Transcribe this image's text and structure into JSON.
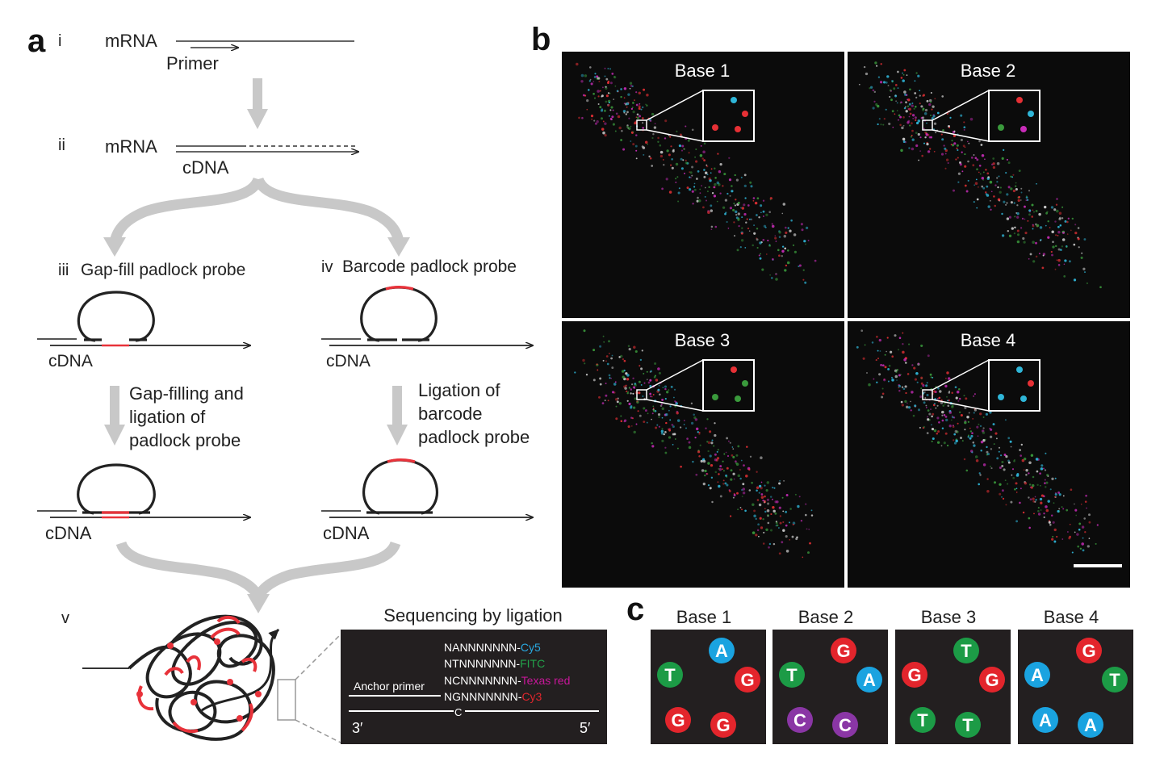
{
  "panels": {
    "a": "a",
    "b": "b",
    "c": "c"
  },
  "panel_a": {
    "step_i": "i",
    "step_ii": "ii",
    "step_iii": "iii",
    "step_iv": "iv",
    "step_v": "v",
    "mrna": "mRNA",
    "primer": "Primer",
    "cdna": "cDNA",
    "gapfill_probe": "Gap-fill padlock probe",
    "barcode_probe": "Barcode padlock probe",
    "gapfill_ligation": [
      "Gap-filling and",
      "ligation of",
      "padlock probe"
    ],
    "barcode_ligation": [
      "Ligation of",
      "barcode",
      "padlock probe"
    ],
    "sbl_title": "Sequencing by ligation",
    "anchor_primer": "Anchor primer",
    "probe_lines": [
      {
        "seq": "NANNNNNNN-",
        "dye": "Cy5",
        "color": "#29a8e0"
      },
      {
        "seq": "NTNNNNNNN-",
        "dye": "FITC",
        "color": "#22a24a"
      },
      {
        "seq": "NCNNNNNNN-",
        "dye": "Texas red",
        "color": "#c8179a"
      },
      {
        "seq": "NGNNNNNNN-",
        "dye": "Cy3",
        "color": "#e0262c"
      }
    ],
    "template_base": "C",
    "end_3": "3′",
    "end_5": "5′"
  },
  "panel_b": {
    "tiles": [
      "Base 1",
      "Base 2",
      "Base 3",
      "Base 4"
    ],
    "insets": [
      [
        "#2fb6d8",
        "#e63035",
        "#e63035",
        "#e63035"
      ],
      [
        "#e63035",
        "#2fb6d8",
        "#3a9a3c",
        "#c82cb8"
      ],
      [
        "#e63035",
        "#3a9a3c",
        "#3a9a3c",
        "#3a9a3c"
      ],
      [
        "#2fb6d8",
        "#e63035",
        "#2fb6d8",
        "#2fb6d8"
      ]
    ]
  },
  "panel_c": {
    "tiles": [
      {
        "title": "Base 1",
        "spots": [
          "A",
          "T",
          "G",
          "G",
          "G"
        ]
      },
      {
        "title": "Base 2",
        "spots": [
          "G",
          "T",
          "A",
          "C",
          "C"
        ]
      },
      {
        "title": "Base 3",
        "spots": [
          "T",
          "G",
          "G",
          "T",
          "T"
        ]
      },
      {
        "title": "Base 4",
        "spots": [
          "G",
          "A",
          "T",
          "A",
          "A"
        ]
      }
    ],
    "base_colors": {
      "A": "#1aa3e0",
      "T": "#1c9b46",
      "G": "#e3252c",
      "C": "#8a36a5"
    }
  },
  "colors": {
    "arrow_gray": "#c8c8c8",
    "red": "#e8323a",
    "panel_bg": "#231f20",
    "micro_bg": "#0b0b0b"
  }
}
